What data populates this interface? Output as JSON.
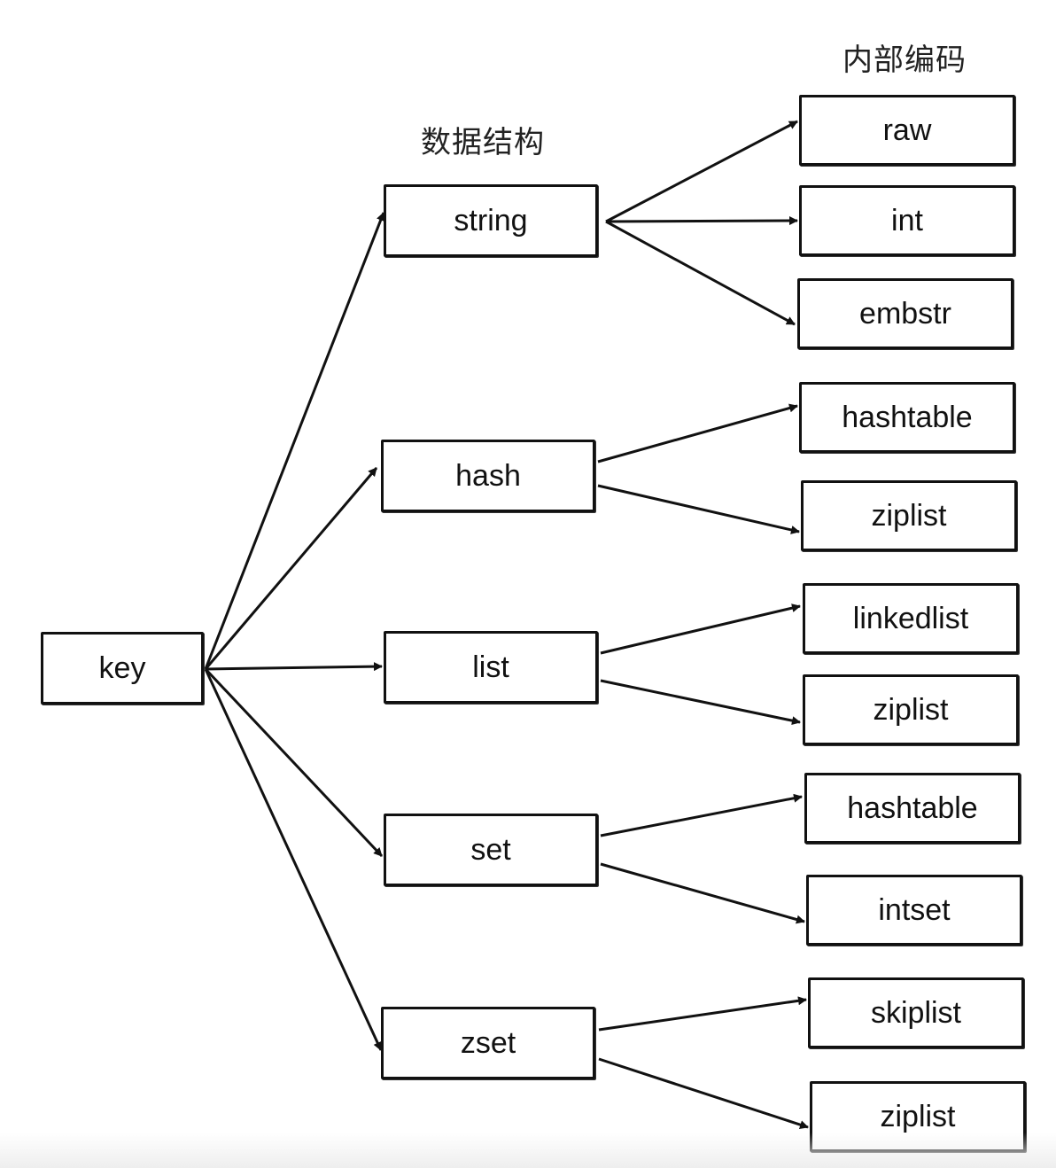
{
  "headings": {
    "data_structures": "数据结构",
    "internal_encodings": "内部编码"
  },
  "root": {
    "label": "key"
  },
  "structures": [
    {
      "label": "string",
      "encodings": [
        "raw",
        "int",
        "embstr"
      ]
    },
    {
      "label": "hash",
      "encodings": [
        "hashtable",
        "ziplist"
      ]
    },
    {
      "label": "list",
      "encodings": [
        "linkedlist",
        "ziplist"
      ]
    },
    {
      "label": "set",
      "encodings": [
        "hashtable",
        "intset"
      ]
    },
    {
      "label": "zset",
      "encodings": [
        "skiplist",
        "ziplist"
      ]
    }
  ],
  "colors": {
    "stroke": "#111111",
    "background": "#ffffff"
  }
}
